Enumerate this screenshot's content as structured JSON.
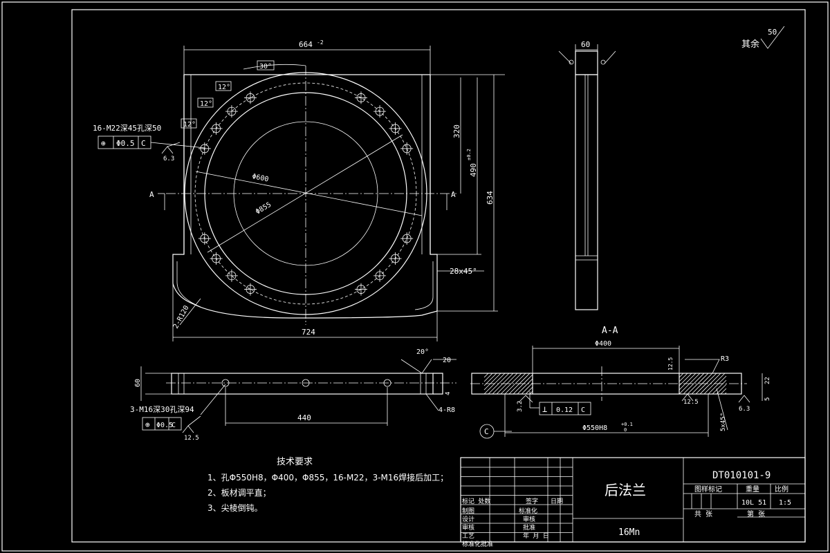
{
  "surface_roughness_note": {
    "label": "其余",
    "value": "50"
  },
  "front_view": {
    "width_top": "664",
    "width_top_tol": "-2",
    "width_bottom": "724",
    "height_total": "634",
    "height_hole_pitch": "490",
    "height_hole_pitch_tol": "±0.2",
    "height_upper": "320",
    "angle_30": "30°",
    "angle_12a": "12°",
    "angle_12b": "12°",
    "angle_12c": "12°",
    "bolt_holes": "16-M22深45孔深50",
    "position_tol_symbol": "⊕",
    "position_tol_value": "Φ0.5",
    "position_tol_datum": "C",
    "roughness_top_left": "6.3",
    "diameter_600": "Φ600",
    "diameter_855": "Φ855",
    "section_mark_left": "A",
    "section_mark_right": "A",
    "chamfer": "28x45°",
    "radius_corner": "2-R120"
  },
  "side_view": {
    "thickness": "60"
  },
  "bottom_view": {
    "height_60": "60",
    "angle_20": "20°",
    "dim_20": "20",
    "dim_4": "4",
    "radius_r8": "4-R8",
    "hole_spec": "3-M16深30孔深94",
    "position_tol_value": "Φ0.5",
    "position_tol_datum": "C",
    "roughness": "12.5",
    "hole_pitch": "440"
  },
  "section_view": {
    "title": "A-A",
    "diameter_400": "Φ400",
    "roughness_bore": "12.5",
    "radius_r3": "R3",
    "dim_22": "22",
    "dim_5": "5",
    "roughness_face": "12.5",
    "roughness_right": "6.3",
    "roughness_left": "3.2",
    "perp_symbol": "⊥",
    "perp_value": "0.12",
    "perp_datum": "C",
    "datum_label": "C",
    "chamfer": "5x45°",
    "bore_diameter": "Φ550H8",
    "bore_tol_upper": "+0.1",
    "bore_tol_lower": "0"
  },
  "technical_requirements": {
    "title": "技术要求",
    "items": [
      "1、孔Φ550H8，Φ400，Φ855，16-M22，3-M16焊接后加工；",
      "2、板材调平直；",
      "3、尖棱倒钝。"
    ]
  },
  "title_block": {
    "drawing_number": "DT010101-9",
    "part_name": "后法兰",
    "material": "16Mn",
    "stage_label": "图样标记",
    "weight_label": "重量",
    "scale_label": "比例",
    "weight_value": "10L 51",
    "scale_value": "1:5",
    "sheet_total": "共  张",
    "sheet_no": "第  张",
    "rows": [
      "标记 处数",
      "制图",
      "设计",
      "审核",
      "工艺",
      "标准化批准"
    ],
    "cols": [
      "签字",
      "日期",
      "标准化",
      "审核",
      "批准",
      "年  月  日"
    ]
  }
}
